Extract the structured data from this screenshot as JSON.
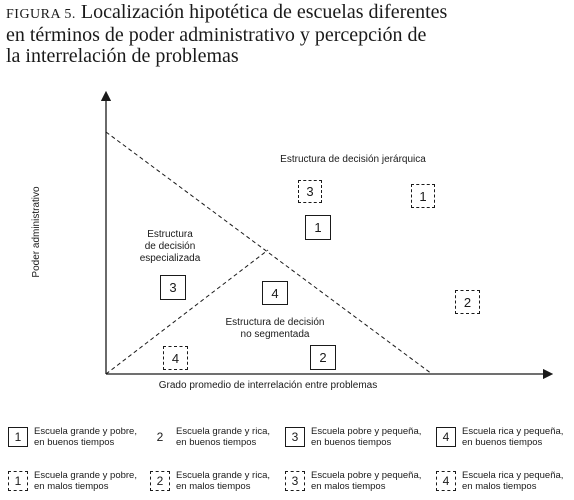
{
  "title": {
    "prefix": "FIGURA 5.",
    "line1": "Localización hipotética de escuelas diferentes",
    "line2": "en términos de poder administrativo y percepción de",
    "line3": "la interrelación de problemas"
  },
  "axes": {
    "y_label": "Poder administrativo",
    "x_label": "Grado promedio de interrelación entre problemas"
  },
  "regions": {
    "hierarchical": "Estructura de decisión jerárquica",
    "specialized_1": "Estructura",
    "specialized_2": "de decisión",
    "specialized_3": "especializada",
    "unsegmented_1": "Estructura de decisión",
    "unsegmented_2": "no segmentada"
  },
  "markers": [
    {
      "id": "m1",
      "label": "3",
      "style": "dashed"
    },
    {
      "id": "m2",
      "label": "1",
      "style": "dashed"
    },
    {
      "id": "m3",
      "label": "1",
      "style": "solid"
    },
    {
      "id": "m4",
      "label": "3",
      "style": "solid"
    },
    {
      "id": "m5",
      "label": "4",
      "style": "solid"
    },
    {
      "id": "m6",
      "label": "2",
      "style": "dashed"
    },
    {
      "id": "m7",
      "label": "4",
      "style": "dashed"
    },
    {
      "id": "m8",
      "label": "2",
      "style": "solid"
    }
  ],
  "legend": {
    "row1": [
      {
        "num": "1",
        "style": "solid",
        "line1": "Escuela grande y pobre,",
        "line2": "en buenos tiempos"
      },
      {
        "num": "2",
        "style": "none",
        "line1": "Escuela grande y rica,",
        "line2": "en buenos tiempos"
      },
      {
        "num": "3",
        "style": "solid",
        "line1": "Escuela pobre y pequeña,",
        "line2": "en buenos tiempos"
      },
      {
        "num": "4",
        "style": "solid",
        "line1": "Escuela rica y pequeña,",
        "line2": "en buenos tiempos"
      }
    ],
    "row2": [
      {
        "num": "1",
        "style": "dashed",
        "line1": "Escuela grande y pobre,",
        "line2": "en malos tiempos"
      },
      {
        "num": "2",
        "style": "dashed",
        "line1": "Escuela grande y rica,",
        "line2": "en malos tiempos"
      },
      {
        "num": "3",
        "style": "dashed",
        "line1": "Escuela pobre y pequeña,",
        "line2": "en malos tiempos"
      },
      {
        "num": "4",
        "style": "dashed",
        "line1": "Escuela rica y pequeña,",
        "line2": "en malos tiempos"
      }
    ]
  }
}
